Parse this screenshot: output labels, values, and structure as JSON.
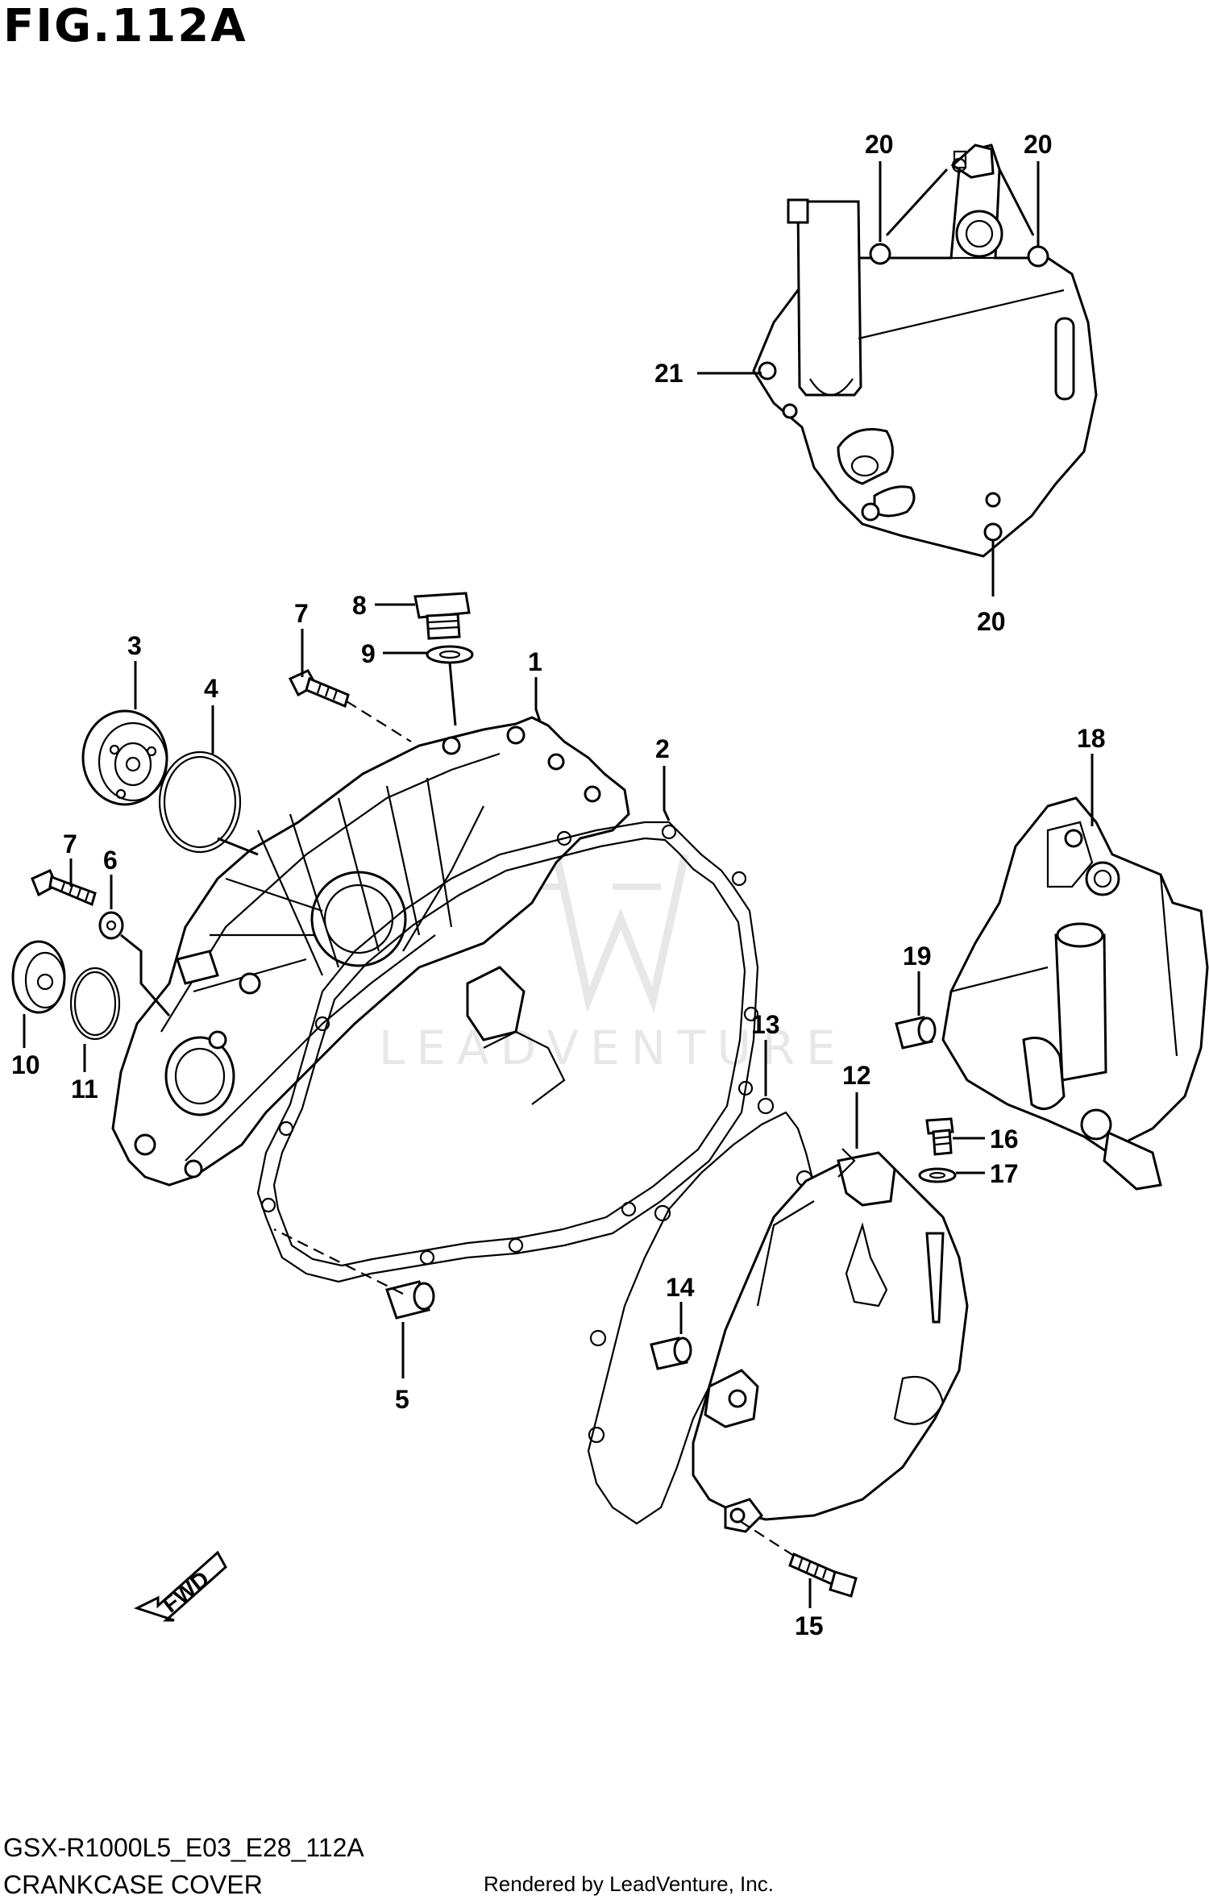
{
  "figure": {
    "title": "FIG.112A",
    "model_code": "GSX-R1000L5_E03_E28_112A",
    "caption": "CRANKCASE COVER",
    "rendered_by": "Rendered by LeadVenture, Inc.",
    "watermark": "LEADVENTURE",
    "direction_label": "FWD"
  },
  "callouts": [
    {
      "id": "c1",
      "label": "1"
    },
    {
      "id": "c2",
      "label": "2"
    },
    {
      "id": "c3",
      "label": "3"
    },
    {
      "id": "c4",
      "label": "4"
    },
    {
      "id": "c5",
      "label": "5"
    },
    {
      "id": "c6",
      "label": "6"
    },
    {
      "id": "c7a",
      "label": "7"
    },
    {
      "id": "c7b",
      "label": "7"
    },
    {
      "id": "c8",
      "label": "8"
    },
    {
      "id": "c9",
      "label": "9"
    },
    {
      "id": "c10",
      "label": "10"
    },
    {
      "id": "c11",
      "label": "11"
    },
    {
      "id": "c12",
      "label": "12"
    },
    {
      "id": "c13",
      "label": "13"
    },
    {
      "id": "c14",
      "label": "14"
    },
    {
      "id": "c15",
      "label": "15"
    },
    {
      "id": "c16",
      "label": "16"
    },
    {
      "id": "c17",
      "label": "17"
    },
    {
      "id": "c18",
      "label": "18"
    },
    {
      "id": "c19",
      "label": "19"
    },
    {
      "id": "c20a",
      "label": "20"
    },
    {
      "id": "c20b",
      "label": "20"
    },
    {
      "id": "c20c",
      "label": "20"
    },
    {
      "id": "c21",
      "label": "21"
    }
  ]
}
